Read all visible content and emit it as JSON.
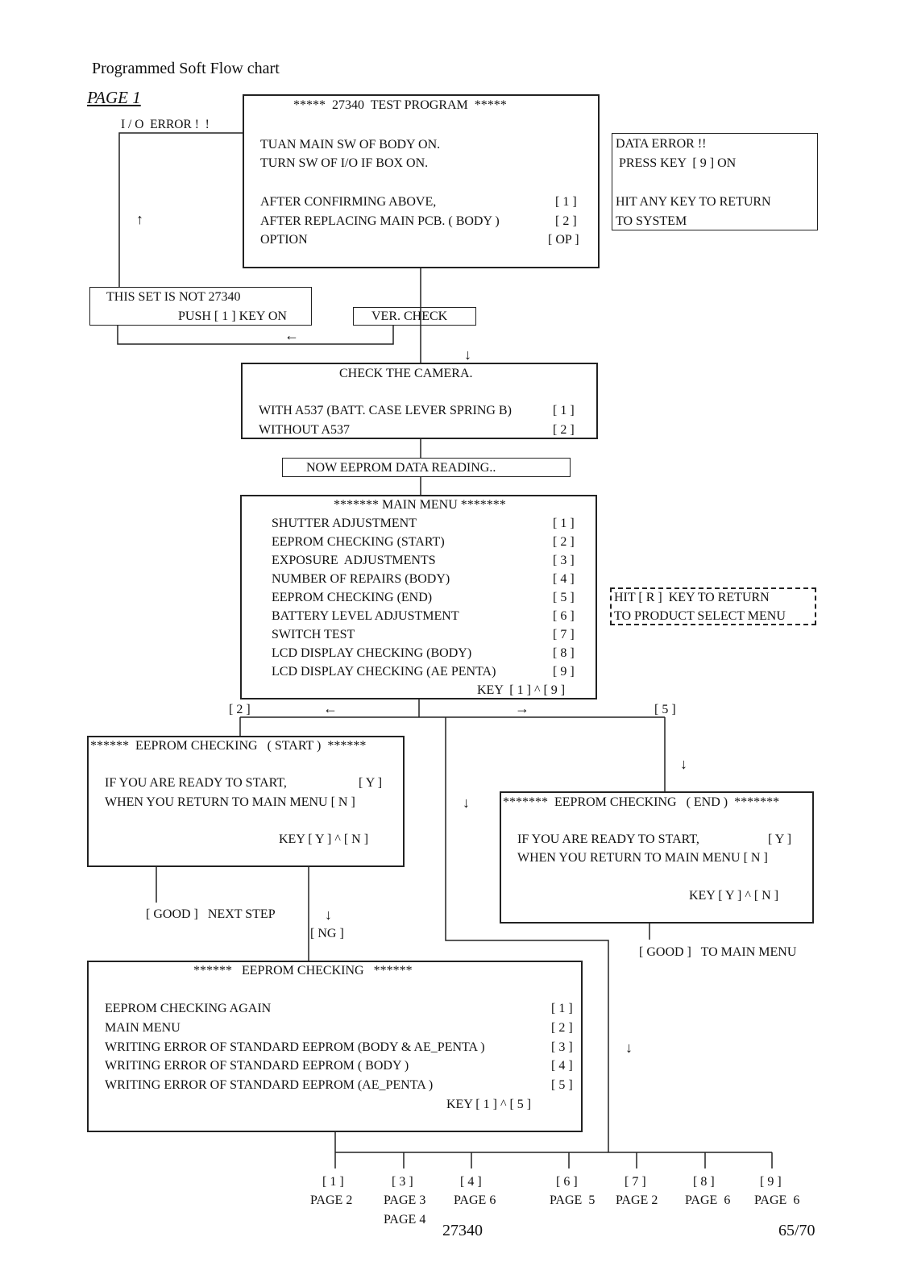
{
  "header": {
    "title": "Programmed Soft Flow chart",
    "page": "PAGE 1"
  },
  "io_error": "I / O  ERROR !  !",
  "test_program": {
    "title": "*****  27340  TEST PROGRAM  *****",
    "line1": "TUAN MAIN SW OF BODY ON.",
    "line2": "TURN SW OF I/O IF BOX ON.",
    "opt1_label": "AFTER CONFIRMING ABOVE,",
    "opt1_key": "[ 1 ]",
    "opt2_label": "AFTER REPLACING MAIN PCB. ( BODY )",
    "opt2_key": "[ 2 ]",
    "opt3_label": "OPTION",
    "opt3_key": "[ OP ]"
  },
  "data_error": {
    "line1": "DATA ERROR !!",
    "line2": " PRESS KEY  [ 9 ] ON",
    "line3": "HIT ANY KEY TO RETURN",
    "line4": "TO SYSTEM"
  },
  "not_set": {
    "line1": "THIS SET IS NOT 27340",
    "line2": "PUSH [ 1 ] KEY ON"
  },
  "ver_check": "VER. CHECK",
  "check_camera": {
    "title": "CHECK THE CAMERA.",
    "opt1_label": "WITH A537 (BATT. CASE LEVER SPRING B)",
    "opt1_key": "[ 1 ]",
    "opt2_label": "WITHOUT A537",
    "opt2_key": "[ 2 ]"
  },
  "eeprom_reading": "NOW EEPROM DATA READING..",
  "main_menu": {
    "title": "******* MAIN MENU *******",
    "items": [
      {
        "label": "SHUTTER ADJUSTMENT",
        "key": "[ 1 ]"
      },
      {
        "label": "EEPROM CHECKING (START)",
        "key": "[ 2 ]"
      },
      {
        "label": "EXPOSURE  ADJUSTMENTS",
        "key": "[ 3 ]"
      },
      {
        "label": "NUMBER OF REPAIRS (BODY)",
        "key": "[ 4 ]"
      },
      {
        "label": "EEPROM CHECKING (END)",
        "key": "[ 5 ]"
      },
      {
        "label": "BATTERY LEVEL ADJUSTMENT",
        "key": "[ 6 ]"
      },
      {
        "label": "SWITCH TEST",
        "key": "[ 7 ]"
      },
      {
        "label": "LCD DISPLAY CHECKING (BODY)",
        "key": "[ 8 ]"
      },
      {
        "label": "LCD DISPLAY CHECKING (AE PENTA)",
        "key": "[ 9 ]"
      }
    ],
    "key_hint": "KEY  [ 1 ] ^ [ 9 ]"
  },
  "hit_r": {
    "line1": "HIT [ R ]  KEY TO RETURN",
    "line2": "TO PRODUCT SELECT MENU"
  },
  "branch_2": "[ 2 ]",
  "branch_5": "[ 5 ]",
  "eeprom_start": {
    "title": "******  EEPROM CHECKING   ( START )  ******",
    "line1_label": "IF YOU ARE READY TO START,",
    "line1_key": "[ Y ]",
    "line2": "WHEN YOU RETURN TO MAIN MENU [ N ]",
    "key_hint": "KEY [ Y ] ^ [ N ]"
  },
  "eeprom_end": {
    "title": "*******  EEPROM CHECKING   ( END )  *******",
    "line1_label": "IF YOU ARE READY TO START,",
    "line1_key": "[ Y ]",
    "line2": "WHEN YOU RETURN TO MAIN MENU [ N ]",
    "key_hint": "KEY [ Y ] ^ [ N ]"
  },
  "good_next": "[ GOOD ]   NEXT STEP",
  "ng": "[ NG ]",
  "good_main": "[ GOOD ]   TO MAIN MENU",
  "eeprom_check": {
    "title": "******   EEPROM CHECKING   ******",
    "items": [
      {
        "label": "EEPROM CHECKING AGAIN",
        "key": "[ 1 ]"
      },
      {
        "label": "MAIN MENU",
        "key": "[ 2 ]"
      },
      {
        "label": "WRITING ERROR OF STANDARD EEPROM (BODY & AE_PENTA )",
        "key": "[ 3 ]"
      },
      {
        "label": "WRITING ERROR OF STANDARD EEPROM ( BODY )",
        "key": "[ 4 ]"
      },
      {
        "label": "WRITING ERROR OF STANDARD EEPROM (AE_PENTA )",
        "key": "[ 5 ]"
      }
    ],
    "key_hint": "KEY [ 1 ] ^ [ 5 ]"
  },
  "page_refs": [
    {
      "key": "[ 1 ]",
      "page": "PAGE 2"
    },
    {
      "key": "[ 3 ]",
      "page": "PAGE 3",
      "page2": "PAGE 4"
    },
    {
      "key": "[ 4 ]",
      "page": "PAGE 6"
    },
    {
      "key": "[ 6 ]",
      "page": "PAGE  5"
    },
    {
      "key": "[ 7 ]",
      "page": "PAGE 2"
    },
    {
      "key": "[ 8 ]",
      "page": "PAGE  6"
    },
    {
      "key": "[ 9 ]",
      "page": "PAGE  6"
    }
  ],
  "footer": {
    "model": "27340",
    "page_num": "65/70"
  }
}
